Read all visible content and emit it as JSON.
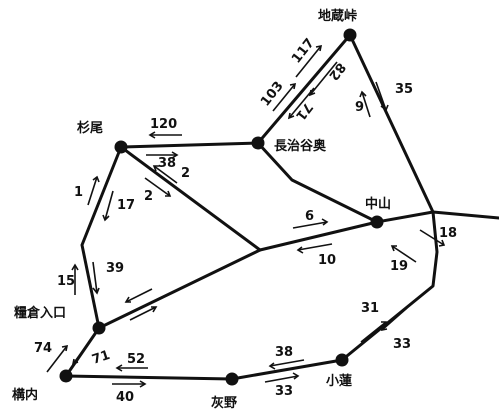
{
  "places": {
    "jizo": "地蔵峠",
    "sugio": "杉尾",
    "choji": "長治谷奥",
    "nakayama": "中山",
    "masukura": "糧倉入口",
    "konai": "構内",
    "haino": "灰野",
    "komure": "小蓮"
  },
  "times": {
    "t117": "117",
    "t103": "103",
    "t82": "82",
    "t71a": "71",
    "t9": "9",
    "t35": "35",
    "t120": "120",
    "t38a": "38",
    "t2a": "2",
    "t2b": "2",
    "t1": "1",
    "t17": "17",
    "t6": "6",
    "t10": "10",
    "t18": "18",
    "t19": "19",
    "t15": "15",
    "t39": "39",
    "t31": "31",
    "t33a": "33",
    "t74": "74",
    "t71b": "71",
    "t52": "52",
    "t40": "40",
    "t38b": "38",
    "t33b": "33"
  }
}
